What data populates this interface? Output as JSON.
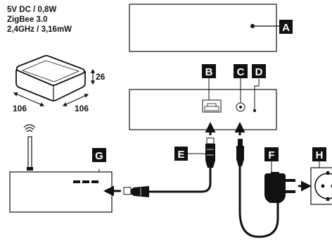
{
  "specs": {
    "line1": "5V DC / 0,8W",
    "line2": "ZigBee 3.0",
    "line3": "2,4GHz / 3,16mW"
  },
  "dimensions": {
    "height": "26",
    "width": "106",
    "depth": "106"
  },
  "labels": {
    "a": "A",
    "b": "B",
    "c": "C",
    "d": "D",
    "e": "E",
    "f": "F",
    "g": "G",
    "h": "H"
  }
}
